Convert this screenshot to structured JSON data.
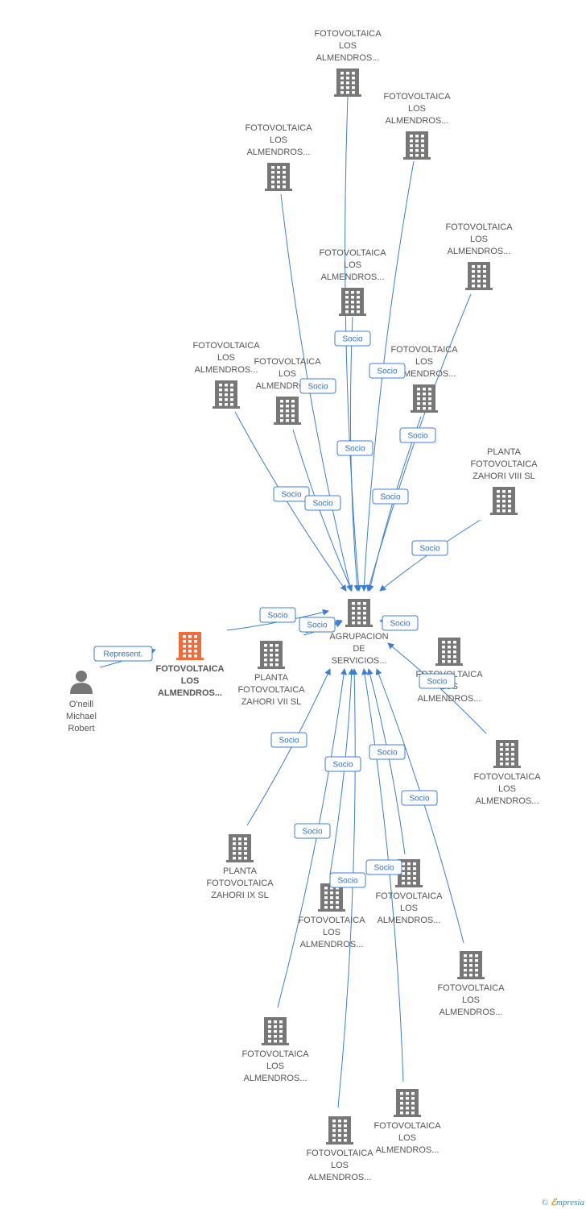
{
  "colors": {
    "edge": "#3b7fd4",
    "edge_label_text": "#2f6fc4",
    "building": "#777777",
    "building_focus": "#f26b3a",
    "person": "#777777",
    "label": "#555555"
  },
  "center": {
    "id": "center",
    "icon": "building-icon",
    "label": [
      "AGRUPACION",
      "DE",
      "SERVICIOS..."
    ]
  },
  "focus": {
    "id": "focus",
    "icon": "building-icon",
    "label": [
      "FOTOVOLTAICA",
      "LOS",
      "ALMENDROS..."
    ]
  },
  "person": {
    "id": "person",
    "icon": "person-icon",
    "label": [
      "O'neill",
      "Michael",
      "Robert"
    ]
  },
  "nodes": [
    {
      "id": "n1",
      "label": [
        "FOTOVOLTAICA",
        "LOS",
        "ALMENDROS..."
      ]
    },
    {
      "id": "n2",
      "label": [
        "FOTOVOLTAICA",
        "LOS",
        "ALMENDROS..."
      ]
    },
    {
      "id": "n3",
      "label": [
        "FOTOVOLTAICA",
        "LOS",
        "ALMENDROS..."
      ]
    },
    {
      "id": "n4",
      "label": [
        "FOTOVOLTAICA",
        "LOS",
        "ALMENDROS..."
      ]
    },
    {
      "id": "n5",
      "label": [
        "FOTOVOLTAICA",
        "LOS",
        "ALMENDROS..."
      ]
    },
    {
      "id": "n6",
      "label": [
        "FOTOVOLTAICA",
        "LOS",
        "ALMENDROS..."
      ]
    },
    {
      "id": "n7",
      "label": [
        "FOTOVOLTAICA",
        "LOS",
        "ALMENDROS..."
      ]
    },
    {
      "id": "n8",
      "label": [
        "FOTOVOLTAICA",
        "LOS",
        "ALMENDROS..."
      ]
    },
    {
      "id": "n9",
      "label": [
        "PLANTA",
        "FOTOVOLTAICA",
        "ZAHORI VIII SL"
      ]
    },
    {
      "id": "n10",
      "label": [
        "PLANTA",
        "FOTOVOLTAICA",
        "ZAHORI VII SL"
      ]
    },
    {
      "id": "n11",
      "label": [
        "FOTOVOLTAICA",
        "LOS",
        "ALMENDROS..."
      ]
    },
    {
      "id": "n12",
      "label": [
        "FOTOVOLTAICA",
        "LOS",
        "ALMENDROS..."
      ]
    },
    {
      "id": "n13",
      "label": [
        "PLANTA",
        "FOTOVOLTAICA",
        "ZAHORI IX SL"
      ]
    },
    {
      "id": "n14",
      "label": [
        "FOTOVOLTAICA",
        "LOS",
        "ALMENDROS..."
      ]
    },
    {
      "id": "n15",
      "label": [
        "FOTOVOLTAICA",
        "LOS",
        "ALMENDROS..."
      ]
    },
    {
      "id": "n16",
      "label": [
        "FOTOVOLTAICA",
        "LOS",
        "ALMENDROS..."
      ]
    },
    {
      "id": "n17",
      "label": [
        "FOTOVOLTAICA",
        "LOS",
        "ALMENDROS..."
      ]
    },
    {
      "id": "n18",
      "label": [
        "FOTOVOLTAICA",
        "LOS",
        "ALMENDROS..."
      ]
    },
    {
      "id": "n19",
      "label": [
        "FOTOVOLTAICA",
        "LOS",
        "ALMENDROS..."
      ]
    }
  ],
  "edges": [
    {
      "from": "n1",
      "to": "center",
      "label": "Socio"
    },
    {
      "from": "n2",
      "to": "center",
      "label": "Socio"
    },
    {
      "from": "n3",
      "to": "center",
      "label": "Socio"
    },
    {
      "from": "n4",
      "to": "center",
      "label": "Socio"
    },
    {
      "from": "n5",
      "to": "center",
      "label": "Socio"
    },
    {
      "from": "n6",
      "to": "center",
      "label": "Socio"
    },
    {
      "from": "n7",
      "to": "center",
      "label": "Socio"
    },
    {
      "from": "n8",
      "to": "center",
      "label": "Socio"
    },
    {
      "from": "n9",
      "to": "center",
      "label": "Socio"
    },
    {
      "from": "focus",
      "to": "center",
      "label": "Socio"
    },
    {
      "from": "n10",
      "to": "center",
      "label": "Socio"
    },
    {
      "from": "n11",
      "to": "center",
      "label": "Socio"
    },
    {
      "from": "n12",
      "to": "center",
      "label": "Socio"
    },
    {
      "from": "n13",
      "to": "center",
      "label": "Socio"
    },
    {
      "from": "n14",
      "to": "center",
      "label": "Socio"
    },
    {
      "from": "n15",
      "to": "center",
      "label": "Socio"
    },
    {
      "from": "n16",
      "to": "center",
      "label": "Socio"
    },
    {
      "from": "n17",
      "to": "center",
      "label": "Socio"
    },
    {
      "from": "n18",
      "to": "center",
      "label": "Socio"
    },
    {
      "from": "n19",
      "to": "center",
      "label": "Socio"
    },
    {
      "from": "person",
      "to": "focus",
      "label": "Represent."
    },
    {
      "from": "n6b",
      "to": "center",
      "label": "Socio"
    }
  ],
  "watermark": {
    "copyright": "©",
    "brand_first": "ℰ",
    "brand_rest": "mpresia"
  }
}
